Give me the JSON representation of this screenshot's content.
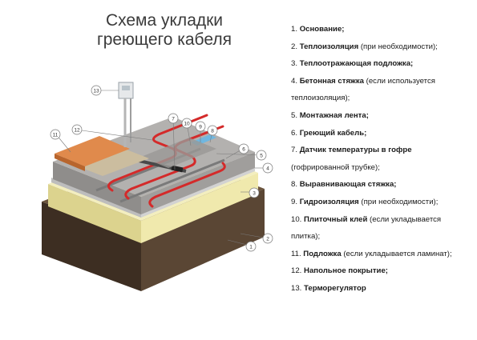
{
  "title": {
    "line1": "Схема укладки",
    "line2": "греющего кабеля"
  },
  "callouts": [
    "1",
    "2",
    "3",
    "4",
    "5",
    "6",
    "7",
    "8",
    "9",
    "10",
    "11",
    "12",
    "13"
  ],
  "legend": [
    {
      "num": "1.",
      "main": "Основание;",
      "note": "",
      "tail": ""
    },
    {
      "num": "2.",
      "main": "Теплоизоляция",
      "note": " (при необходимости);",
      "tail": ""
    },
    {
      "num": "3.",
      "main": "Теплоотражающая подложка;",
      "note": "",
      "tail": ""
    },
    {
      "num": "4.",
      "main": "Бетонная стяжка",
      "note": " (если используется",
      "tail": "теплоизоляция);"
    },
    {
      "num": "5.",
      "main": "Монтажная лента;",
      "note": "",
      "tail": ""
    },
    {
      "num": "6.",
      "main": "Греющий кабель;",
      "note": "",
      "tail": ""
    },
    {
      "num": "7.",
      "main": "Датчик температуры в гофре",
      "note": "",
      "tail": "(гофрированной трубке);"
    },
    {
      "num": "8.",
      "main": "Выравнивающая стяжка;",
      "note": "",
      "tail": ""
    },
    {
      "num": "9.",
      "main": "Гидроизоляция",
      "note": " (при необходимости);",
      "tail": ""
    },
    {
      "num": "10.",
      "main": "Плиточный клей",
      "note": " (если укладывается",
      "tail": "плитка);"
    },
    {
      "num": "11.",
      "main": "Подложка",
      "note": " (если укладывается ламинат);",
      "tail": ""
    },
    {
      "num": "12.",
      "main": "Напольное покрытие;",
      "note": "",
      "tail": ""
    },
    {
      "num": "13.",
      "main": "Терморегулятор",
      "note": "",
      "tail": ""
    }
  ],
  "colors": {
    "base": "#4b3a2c",
    "insulation": "#eee6a6",
    "reflective": "#d8d8d8",
    "concrete": "#a8a6a4",
    "cable": "#d42a2a",
    "laminate": "#e08a4c",
    "tile": "#c9b89c",
    "waterproof": "#6fb7e0"
  }
}
